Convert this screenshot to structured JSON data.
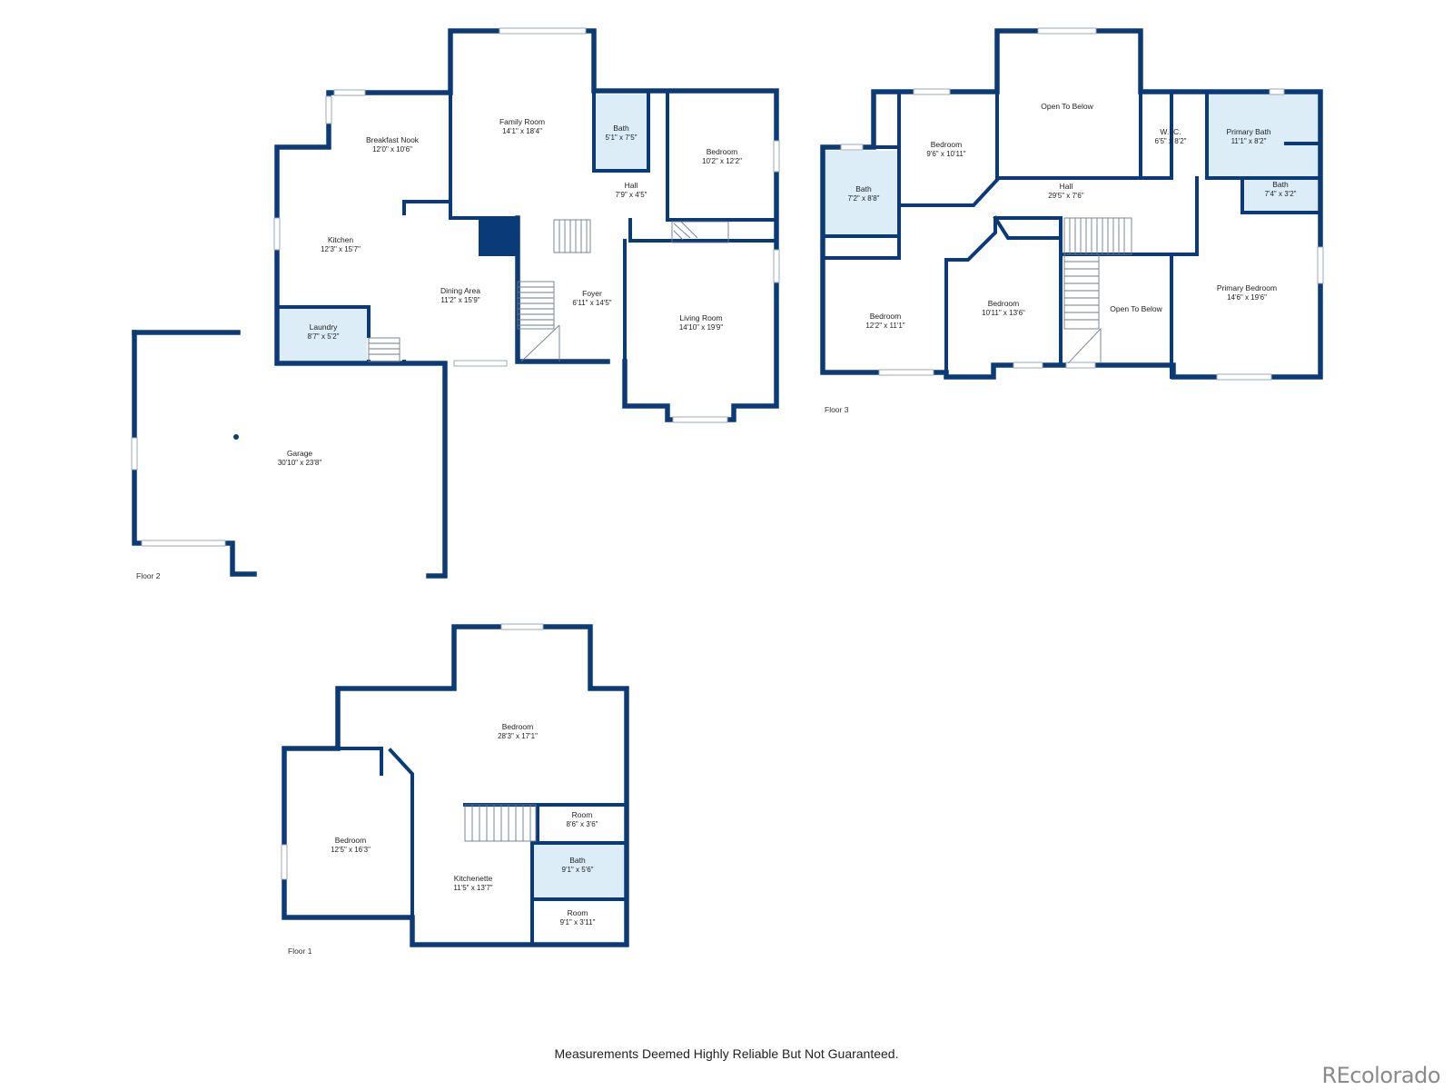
{
  "floors": [
    {
      "label": "Floor 2",
      "rooms": [
        {
          "name": "Breakfast Nook",
          "dim": "12'0\" x 10'6\""
        },
        {
          "name": "Family Room",
          "dim": "14'1\" x 18'4\""
        },
        {
          "name": "Bath",
          "dim": "5'1\" x 7'5\""
        },
        {
          "name": "Bedroom",
          "dim": "10'2\" x 12'2\""
        },
        {
          "name": "Hall",
          "dim": "7'9\" x 4'5\""
        },
        {
          "name": "Kitchen",
          "dim": "12'3\" x 15'7\""
        },
        {
          "name": "Dining Area",
          "dim": "11'2\" x 15'9\""
        },
        {
          "name": "Foyer",
          "dim": "6'11\" x 14'5\""
        },
        {
          "name": "Living Room",
          "dim": "14'10\" x 19'9\""
        },
        {
          "name": "Laundry",
          "dim": "8'7\" x 5'2\""
        },
        {
          "name": "Garage",
          "dim": "30'10\" x 23'8\""
        }
      ]
    },
    {
      "label": "Floor 3",
      "rooms": [
        {
          "name": "Open To Below",
          "dim": ""
        },
        {
          "name": "Bedroom",
          "dim": "9'6\" x 10'11\""
        },
        {
          "name": "W.I.C.",
          "dim": "6'5\" x 8'2\""
        },
        {
          "name": "Primary Bath",
          "dim": "11'1\" x 8'2\""
        },
        {
          "name": "Bath",
          "dim": "7'4\" x 3'2\""
        },
        {
          "name": "Bath",
          "dim": "7'2\" x 8'8\""
        },
        {
          "name": "Hall",
          "dim": "29'5\" x 7'6\""
        },
        {
          "name": "Bedroom",
          "dim": "12'2\" x 11'1\""
        },
        {
          "name": "Bedroom",
          "dim": "10'11\" x 13'6\""
        },
        {
          "name": "Open To Below",
          "dim": ""
        },
        {
          "name": "Primary Bedroom",
          "dim": "14'6\" x 19'6\""
        }
      ]
    },
    {
      "label": "Floor 1",
      "rooms": [
        {
          "name": "Bedroom",
          "dim": "28'3\" x 17'1\""
        },
        {
          "name": "Room",
          "dim": "8'6\" x 3'6\""
        },
        {
          "name": "Bedroom",
          "dim": "12'5\" x 16'3\""
        },
        {
          "name": "Bath",
          "dim": "9'1\" x 5'6\""
        },
        {
          "name": "Kitchenette",
          "dim": "11'5\" x 13'7\""
        },
        {
          "name": "Room",
          "dim": "9'1\" x 3'11\""
        }
      ]
    }
  ],
  "footer": {
    "disclaimer": "Measurements Deemed Highly Reliable But Not Guaranteed.",
    "brand": "REcolorado"
  },
  "colors": {
    "wall": "#0a3a78",
    "bath_fill": "#dcedf8",
    "brand": "#8a8a8a"
  }
}
